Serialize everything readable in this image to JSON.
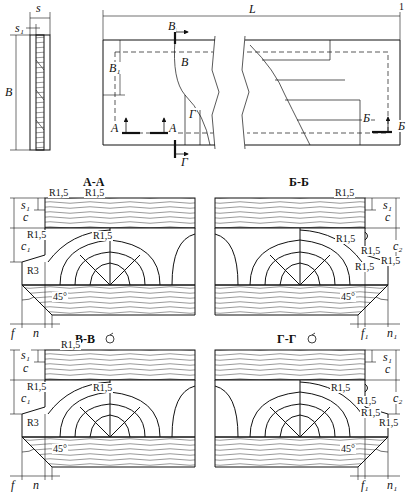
{
  "diagram": {
    "labels": [
      "1",
      "s",
      "s₁",
      "B",
      "L",
      "В",
      "В",
      "B₁",
      "А",
      "А",
      "Г",
      "Г",
      "Б",
      "Б",
      "А-А",
      "Б-Б",
      "В-В",
      "Г-Г",
      "s₁",
      "c",
      "R1,5",
      "R1,5",
      "c₁",
      "R1,5",
      "R3",
      "R1,5",
      "45°",
      "f",
      "n",
      "R1,5",
      "s₁",
      "c",
      "R1,5",
      "c₂",
      "R1,5",
      "R1,5",
      "R1,5",
      "45°",
      "f₁",
      "n₁",
      "c",
      "s₁",
      "R1,5",
      "c₁",
      "R1,5",
      "R1,5",
      "R3",
      "45°",
      "f",
      "n",
      "s₁",
      "c",
      "R1,5",
      "R1,5",
      "c₂",
      "R1,5",
      "R1,5",
      "45°",
      "f₁",
      "n₁"
    ]
  }
}
